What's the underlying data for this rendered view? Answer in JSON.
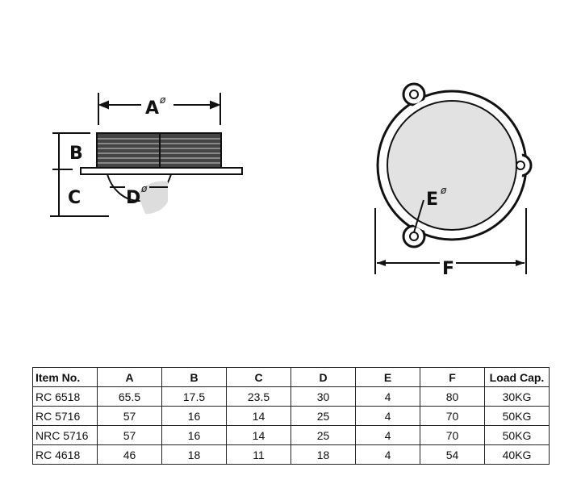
{
  "diagram_labels": {
    "a": "A",
    "b": "B",
    "c": "C",
    "d": "D",
    "e": "E",
    "f": "F",
    "diameter": "ø"
  },
  "table": {
    "headers": [
      "Item No.",
      "A",
      "B",
      "C",
      "D",
      "E",
      "F",
      "Load Cap."
    ],
    "rows": [
      [
        "RC 6518",
        "65.5",
        "17.5",
        "23.5",
        "30",
        "4",
        "80",
        "30KG"
      ],
      [
        "RC 5716",
        "57",
        "16",
        "14",
        "25",
        "4",
        "70",
        "50KG"
      ],
      [
        "NRC 5716",
        "57",
        "16",
        "14",
        "25",
        "4",
        "70",
        "50KG"
      ],
      [
        "RC 4618",
        "46",
        "18",
        "11",
        "18",
        "4",
        "54",
        "40KG"
      ]
    ]
  }
}
